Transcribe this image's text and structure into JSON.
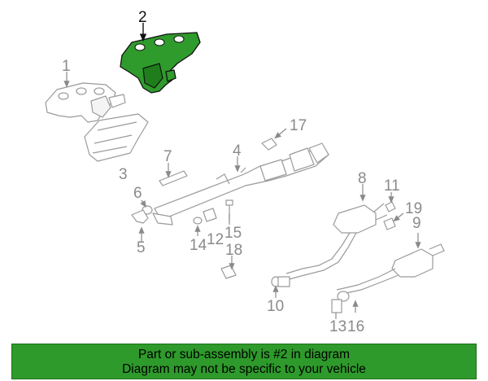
{
  "callouts": [
    "1",
    "2",
    "3",
    "4",
    "5",
    "6",
    "7",
    "8",
    "9",
    "10",
    "11",
    "12",
    "13",
    "14",
    "15",
    "16",
    "17",
    "18",
    "19"
  ],
  "highlighted_part": "2",
  "banner": {
    "line1": "Part or sub-assembly is #2 in diagram",
    "line2": "Diagram may not be specific to your vehicle"
  },
  "colors": {
    "highlight": "#2e9a2b",
    "outline": "#9a9a9a",
    "label": "#8a8a8a"
  }
}
